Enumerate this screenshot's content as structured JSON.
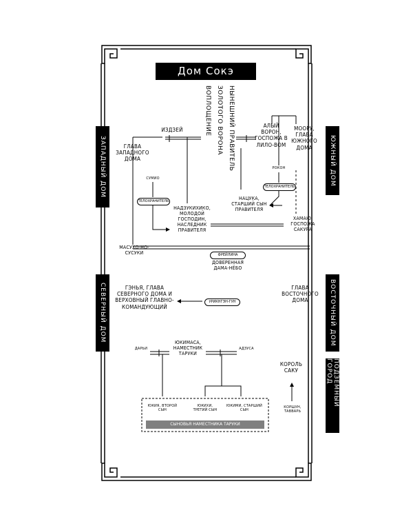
{
  "title": "Дом Сокэ",
  "sides": {
    "west": "Западный дом",
    "south": "Южный дом",
    "north": "Северный дом",
    "east": "Восточный дом",
    "underground": "Подземный город"
  },
  "ruler_columns": [
    "Воплощение",
    "Золотого Ворона",
    "Нынешний правитель"
  ],
  "people": {
    "izdaei": "Издзей",
    "west_head": "Глава Западного дома",
    "alei_voron": "Алый Ворон, госпожа в Лило-вом",
    "mooru": "Моору, глава Южного дома",
    "sumio": "Сумио",
    "rokon": "Рокон",
    "natsuka": "Нацука, старший сын правителя",
    "nadzukihiko": "Надзукихико, молодой господин, наследник правителя",
    "kamai": "Хамаю, госпожа Сакура",
    "masuho": "Масухо-но-Сусуки",
    "freilina": "Фрейлина",
    "doverennaya": "Доверенная дама-нёбо",
    "genya": "Гэнья, глава Северного дома и Верховный главно-командующий",
    "east_head": "Глава Восточного дома",
    "ukon": "Урикнгэн-гун",
    "yukimasa": "Юкимаса, наместник Таруки",
    "adzusa": "Адзуса",
    "darui": "Дарьи",
    "yukiya": "Юкия, второй сын",
    "yukitsi": "Юкихи, третий сын",
    "yukimi": "Юкими, старший сын",
    "sons": "Сыновья наместника Таруки",
    "korol": "Король Саку",
    "korshun": "Коршун, Тавварь"
  },
  "pills": {
    "pitomec1": "Телохранитель",
    "pitomec2": "Телохранитель"
  }
}
